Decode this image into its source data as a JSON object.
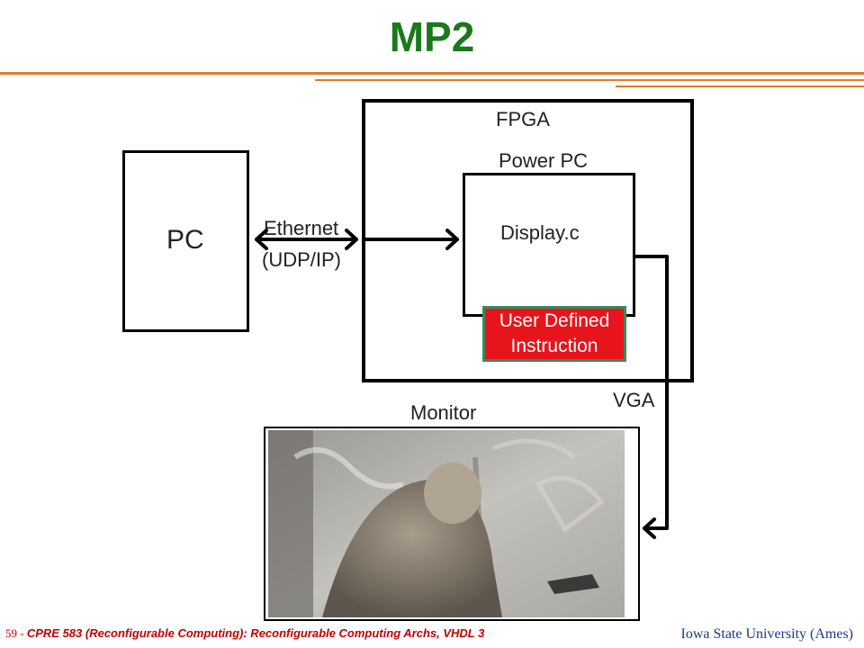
{
  "slide": {
    "title": "MP2",
    "colors": {
      "title": "#1a7a1a",
      "rule": "#e07a2e",
      "udi_fill": "#e8141b",
      "udi_border": "#3a8a5a"
    }
  },
  "diagram": {
    "pc_label": "PC",
    "fpga_label": "FPGA",
    "powerpc_label": "Power PC",
    "display_label": "Display.c",
    "udi_line1": "User Defined",
    "udi_line2": "Instruction",
    "ethernet_line1": "Ethernet",
    "ethernet_line2": "(UDP/IP)",
    "vga_label": "VGA",
    "monitor_label": "Monitor"
  },
  "footer": {
    "page_number": "59 - ",
    "course": "CPRE 583 (Reconfigurable Computing):  Reconfigurable Computing Archs, VHDL 3",
    "university": "Iowa State University (Ames)"
  }
}
